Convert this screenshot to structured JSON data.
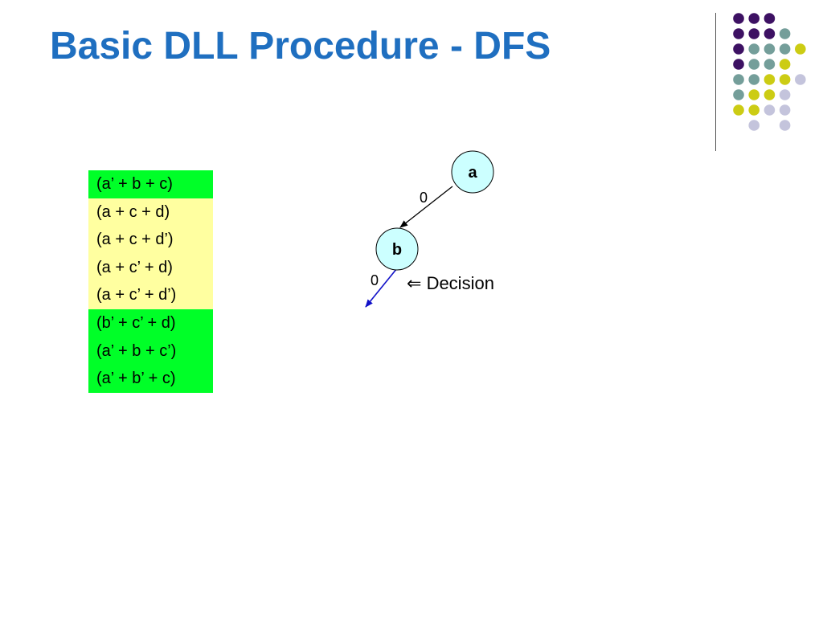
{
  "slide": {
    "title": "Basic DLL Procedure - DFS"
  },
  "colors": {
    "title": "#1f6fc0",
    "satisfied_clause": "#00ff28",
    "unresolved_clause": "#ffffa0",
    "node_fill": "#ccffff",
    "decision_edge": "#1010c8",
    "dot_purple": "#3d1163",
    "dot_teal": "#749e9a",
    "dot_yellow": "#cccc14",
    "dot_lavender": "#c4c4dc"
  },
  "clauses": [
    {
      "text": "(a’ + b + c)",
      "state": "satisfied"
    },
    {
      "text": "(a + c + d)",
      "state": "unresolved"
    },
    {
      "text": "(a + c + d’)",
      "state": "unresolved"
    },
    {
      "text": "(a + c’ + d)",
      "state": "unresolved"
    },
    {
      "text": "(a + c’ + d’)",
      "state": "unresolved"
    },
    {
      "text": "(b’ + c’ + d)",
      "state": "satisfied"
    },
    {
      "text": "(a’ + b + c’)",
      "state": "satisfied"
    },
    {
      "text": "(a’ + b’ + c)",
      "state": "satisfied"
    }
  ],
  "tree": {
    "nodes": [
      {
        "id": "a",
        "label": "a"
      },
      {
        "id": "b",
        "label": "b"
      }
    ],
    "edges": [
      {
        "from": "a",
        "to": "b",
        "label": "0"
      },
      {
        "from": "b",
        "to": "",
        "label": "0",
        "decision": true
      }
    ],
    "decision_marker": "⇐",
    "decision_text": "Decision"
  }
}
